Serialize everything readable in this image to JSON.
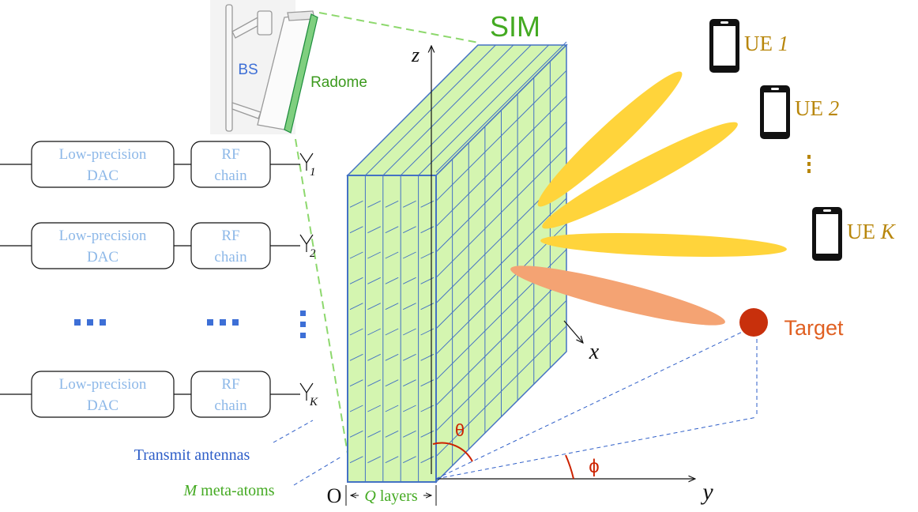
{
  "base_station": {
    "bs_label": "BS",
    "radome_label": "Radome"
  },
  "sim": {
    "title": "SIM",
    "layers_label": "Q layers",
    "meta_atoms_label_var": "M",
    "meta_atoms_label_text": " meta-atoms"
  },
  "rf_chains": [
    {
      "dac_line1": "Low-precision",
      "dac_line2": "DAC",
      "rf_line1": "RF",
      "rf_line2": "chain",
      "antenna_sub": "1"
    },
    {
      "dac_line1": "Low-precision",
      "dac_line2": "DAC",
      "rf_line1": "RF",
      "rf_line2": "chain",
      "antenna_sub": "2"
    },
    {
      "dac_line1": "Low-precision",
      "dac_line2": "DAC",
      "rf_line1": "RF",
      "rf_line2": "chain",
      "antenna_sub": "K"
    }
  ],
  "transmit_antennas_label": "Transmit antennas",
  "axes": {
    "origin": "O",
    "x": "x",
    "y": "y",
    "z": "z",
    "theta": "θ",
    "phi": "ϕ"
  },
  "users": [
    {
      "prefix": "UE ",
      "index": "1"
    },
    {
      "prefix": "UE ",
      "index": "2"
    },
    {
      "prefix": "UE ",
      "index": "K"
    }
  ],
  "target_label": "Target",
  "colors": {
    "sim_fill": "#d4f5b0",
    "sim_edge": "#4472c4",
    "beam_user": "#ffd43b",
    "beam_target": "#f4a373",
    "target": "#c8300c",
    "ue_text": "#b8860b",
    "dac_text": "#8db8e8",
    "label_blue": "#2e5ec8",
    "label_green": "#44aa22",
    "angle_red": "#cc2200"
  }
}
